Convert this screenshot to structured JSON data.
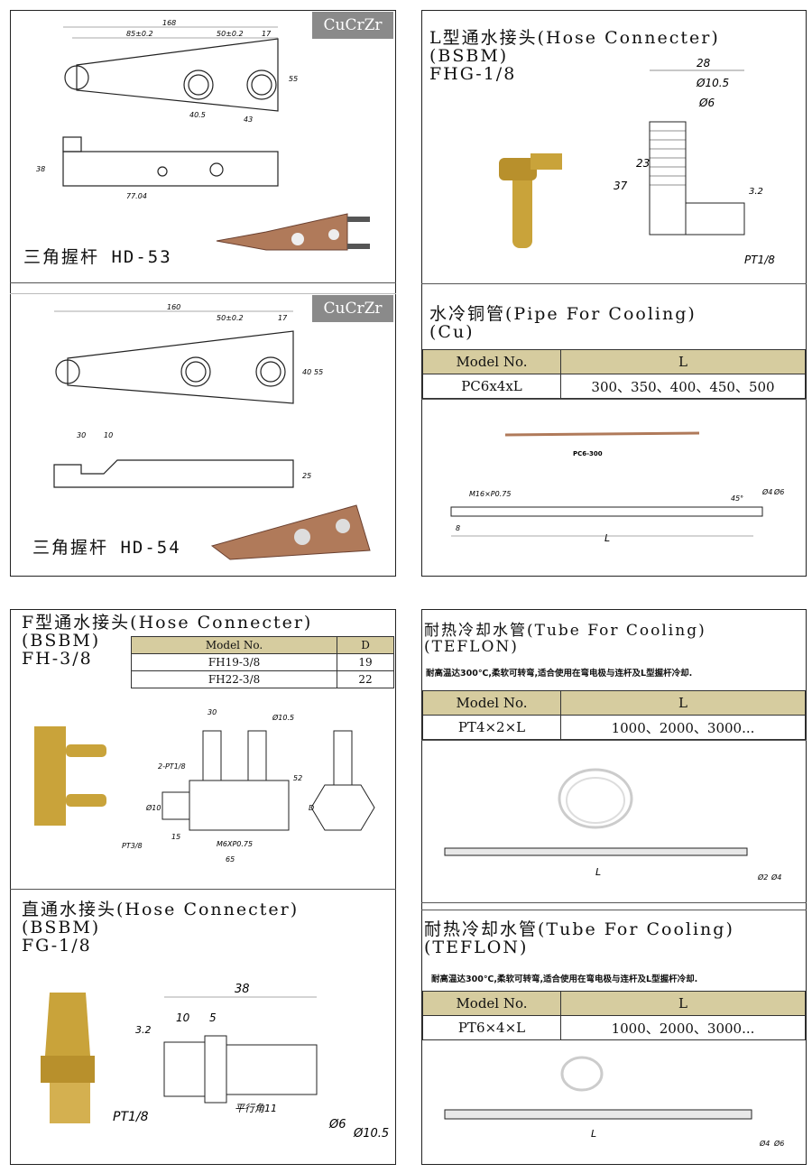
{
  "hd53": {
    "badge": "CuCrZr",
    "caption": "三角握杆 HD-53",
    "dims": [
      "168",
      "85±0.2",
      "50±0.2",
      "17",
      "40.5",
      "43",
      "55",
      "77.04",
      "38"
    ]
  },
  "hd54": {
    "badge": "CuCrZr",
    "caption": "三角握杆 HD-54",
    "dims": [
      "160",
      "50±0.2",
      "17",
      "30",
      "10",
      "40",
      "55",
      "25"
    ]
  },
  "l_conn": {
    "title": "L型通水接头(Hose Connecter)\n(BSBM)\nFHG-1/8",
    "dims": [
      "28",
      "Ø10.5",
      "Ø6",
      "23",
      "37",
      "3.2",
      "PT1/8"
    ]
  },
  "pipe": {
    "title": "水冷铜管(Pipe For Cooling)\n(Cu)",
    "headers": [
      "Model No.",
      "L"
    ],
    "rows": [
      [
        "PC6x4xL",
        "300、350、400、450、500"
      ]
    ],
    "photo_label": "PC6-300",
    "dims": [
      "M16×P0.75",
      "8",
      "L",
      "45°",
      "Ø4",
      "Ø6"
    ]
  },
  "f_conn": {
    "title": "F型通水接头(Hose Connecter)\n(BSBM)\nFH-3/8",
    "headers": [
      "Model No.",
      "D"
    ],
    "rows": [
      [
        "FH19-3/8",
        "19"
      ],
      [
        "FH22-3/8",
        "22"
      ]
    ],
    "dims": [
      "30",
      "Ø10.5",
      "2-PT1/8",
      "52",
      "D",
      "Ø10",
      "PT3/8",
      "15",
      "M6XP0.75",
      "65"
    ]
  },
  "straight": {
    "title": "直通水接头(Hose Connecter)\n(BSBM)\nFG-1/8",
    "dims": [
      "38",
      "10",
      "5",
      "3.2",
      "PT1/8",
      "平行角11",
      "Ø6",
      "Ø10.5"
    ]
  },
  "tube1": {
    "title": "耐热冷却水管(Tube For Cooling)\n(TEFLON)",
    "note": "耐高温达300℃,柔软可转弯,适合使用在弯电极与连杆及L型握杆冷却.",
    "headers": [
      "Model No.",
      "L"
    ],
    "rows": [
      [
        "PT4×2×L",
        "1000、2000、3000..."
      ]
    ],
    "dims": [
      "L",
      "Ø2",
      "Ø4"
    ]
  },
  "tube2": {
    "title": "耐热冷却水管(Tube For Cooling)\n(TEFLON)",
    "note": "耐高温达300℃,柔软可转弯,适合使用在弯电极与连杆及L型握杆冷却.",
    "headers": [
      "Model No.",
      "L"
    ],
    "rows": [
      [
        "PT6×4×L",
        "1000、2000、3000..."
      ]
    ],
    "dims": [
      "L",
      "Ø4",
      "Ø6"
    ]
  },
  "colors": {
    "table_header": "#d6cc9f",
    "badge": "#8a8a8a",
    "copper": "#b07a5a",
    "brass": "#c9a33a"
  }
}
